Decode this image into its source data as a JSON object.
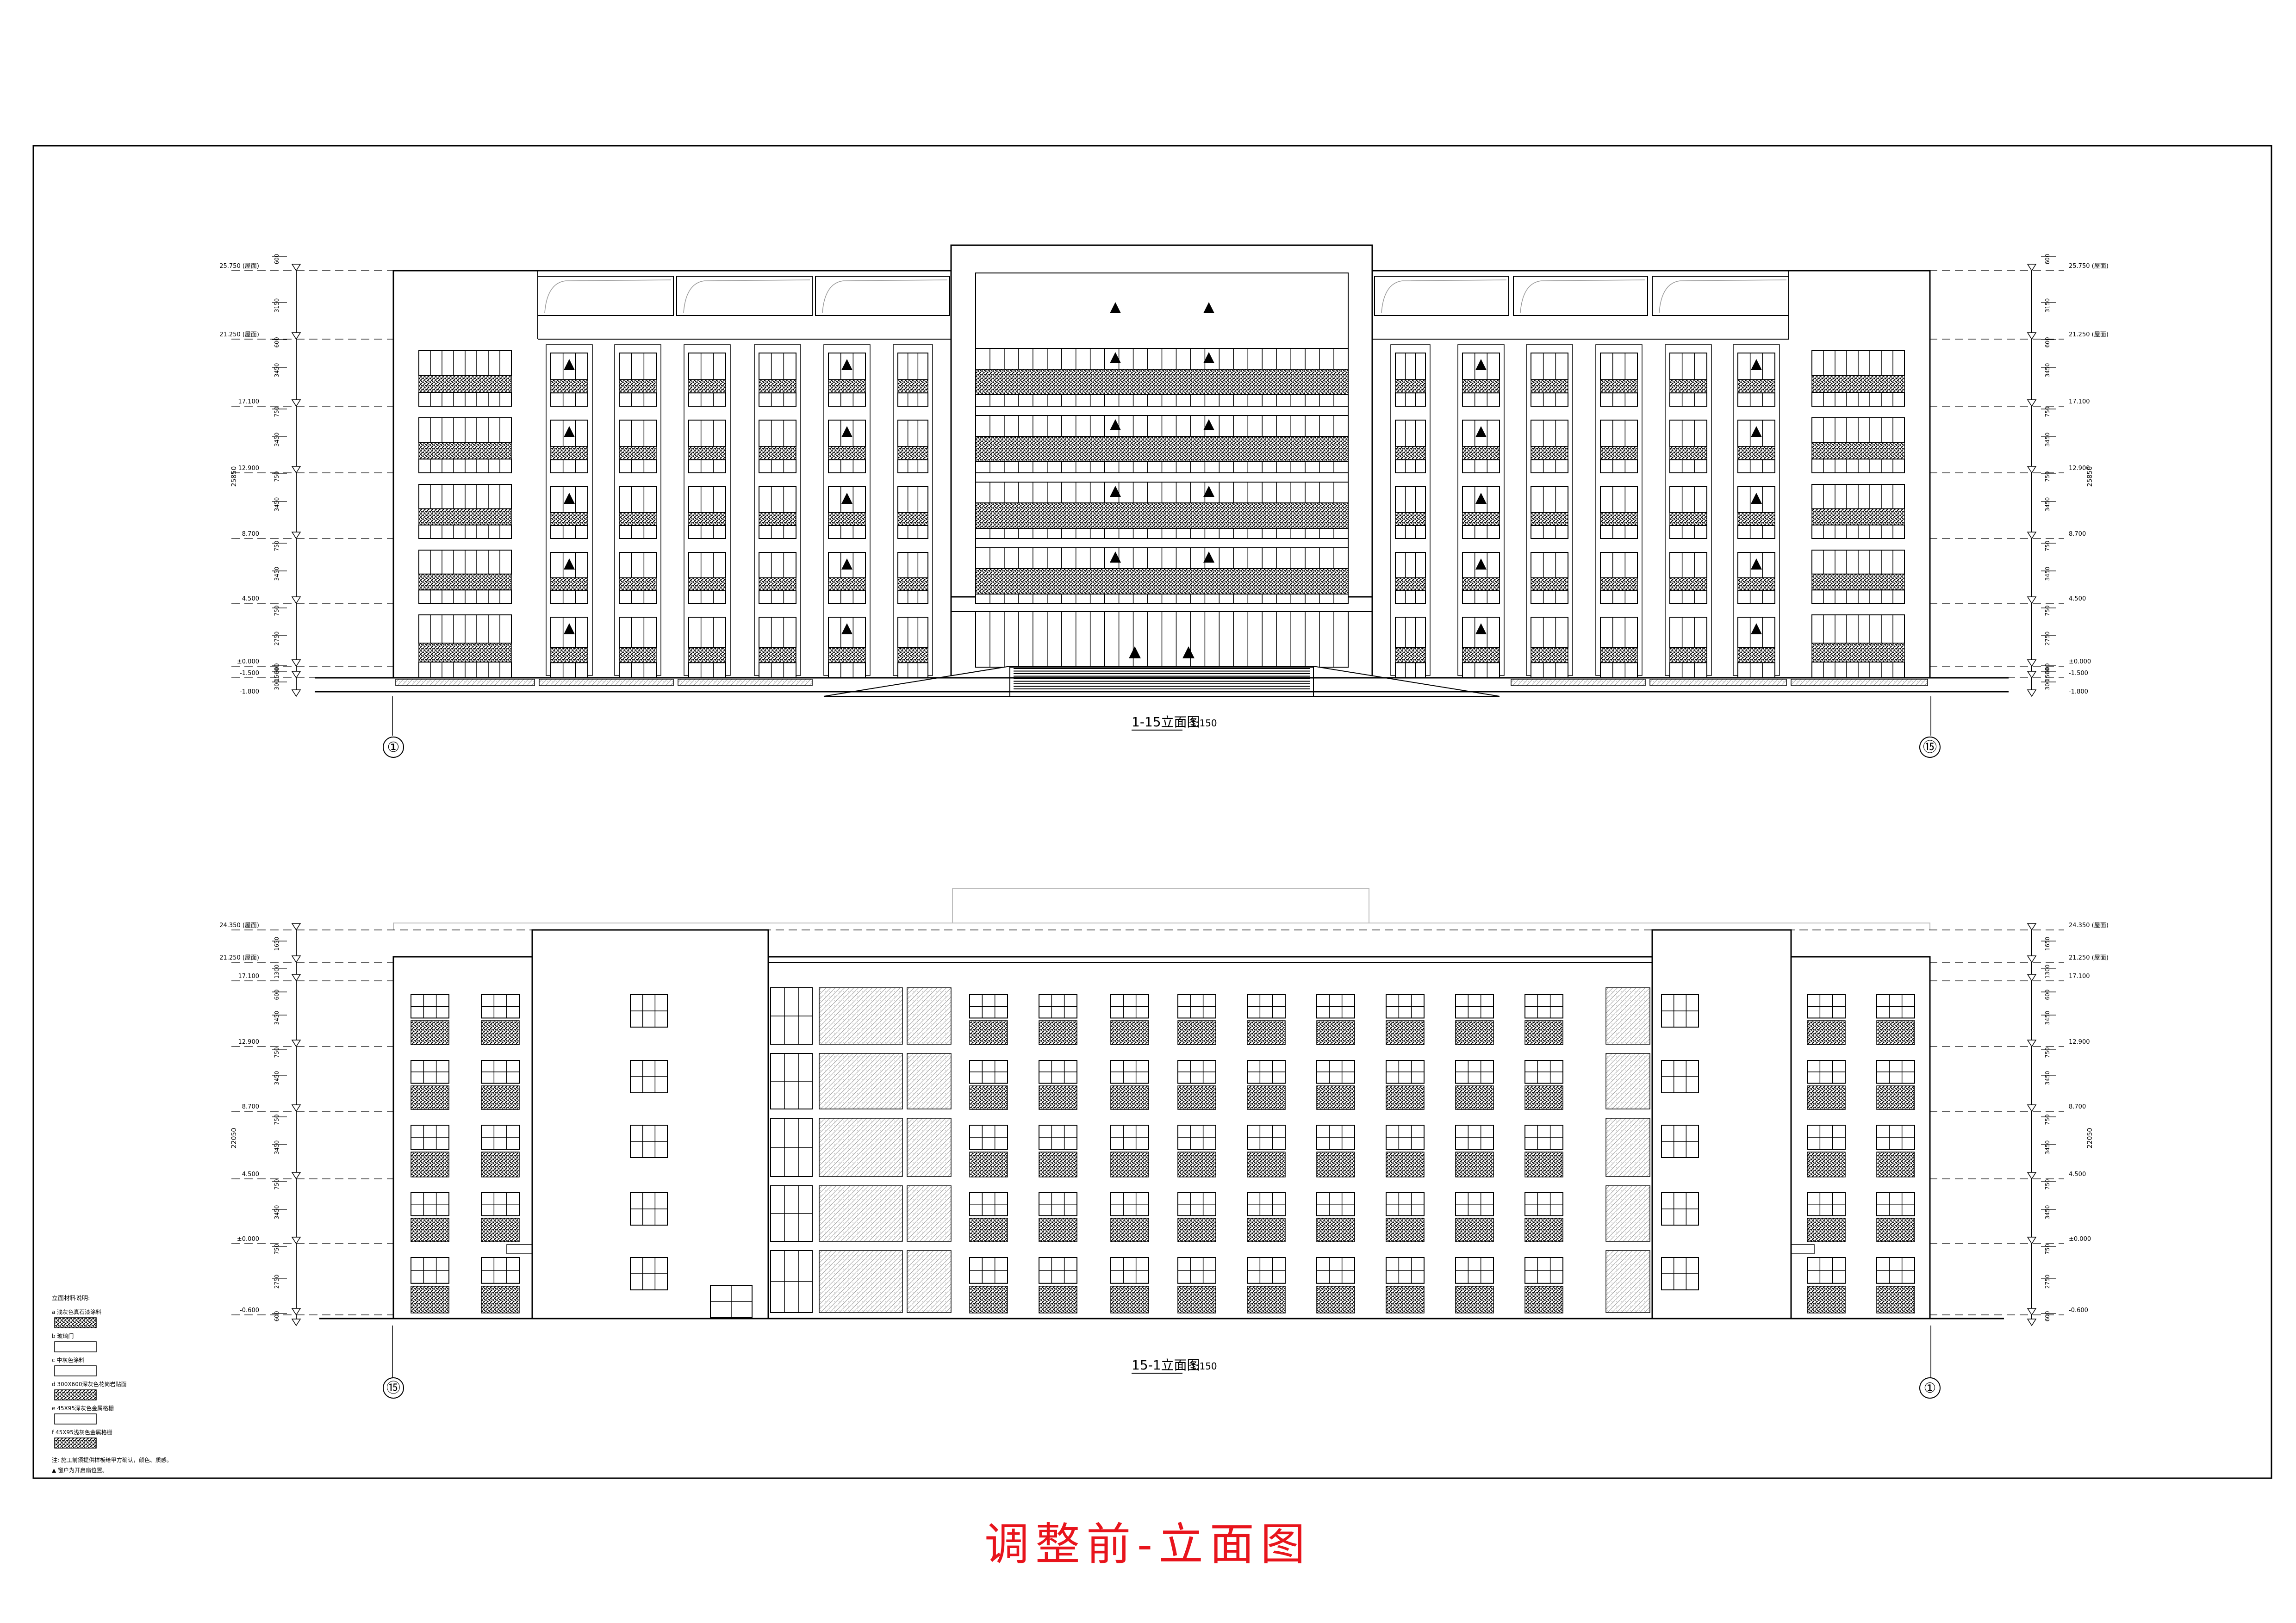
{
  "colors": {
    "title": "#e8141c",
    "line": "#000000",
    "hatch": "#000000",
    "light_line": "#bdbdbd"
  },
  "page_title": "调整前-立面图",
  "front_elevation": {
    "title": "1-15立面图",
    "scale": "1:150",
    "axis_left": "①",
    "axis_right": "⑮",
    "total_height": "25850",
    "levels": [
      "25.750 (屋面)",
      "21.250 (屋面)",
      "17.100",
      "12.900",
      "8.700",
      "4.500",
      "±0.000",
      "-1.500",
      "-1.800"
    ],
    "segment_dims": [
      "600",
      "3150",
      "600",
      "3450",
      "750",
      "3450",
      "750",
      "3450",
      "750",
      "3450",
      "750",
      "2750",
      "600",
      "1500",
      "300"
    ]
  },
  "rear_elevation": {
    "title": "15-1立面图",
    "scale": "1:150",
    "axis_left": "⑮",
    "axis_right": "①",
    "total_height": "22050",
    "levels": [
      "24.350 (屋面)",
      "21.250 (屋面)",
      "17.100",
      "12.900",
      "8.700",
      "4.500",
      "±0.000",
      "-0.600"
    ],
    "segment_dims": [
      "1650",
      "1300",
      "600",
      "3450",
      "750",
      "3450",
      "750",
      "3450",
      "750",
      "3450",
      "750",
      "2750",
      "600"
    ]
  },
  "legend": {
    "heading": "立面材料说明:",
    "items": [
      "a 浅灰色真石漆涂料",
      "b 玻璃门",
      "c 中灰色涂料",
      "d 300X600深灰色花岗岩贴面",
      "e 45X95深灰色金属格栅",
      "f 45X95浅灰色金属格栅"
    ],
    "notes": [
      "注: 施工前须提供样板给甲方确认，颜色、质感。",
      "▲ 窗户为开启扇位置。"
    ]
  }
}
